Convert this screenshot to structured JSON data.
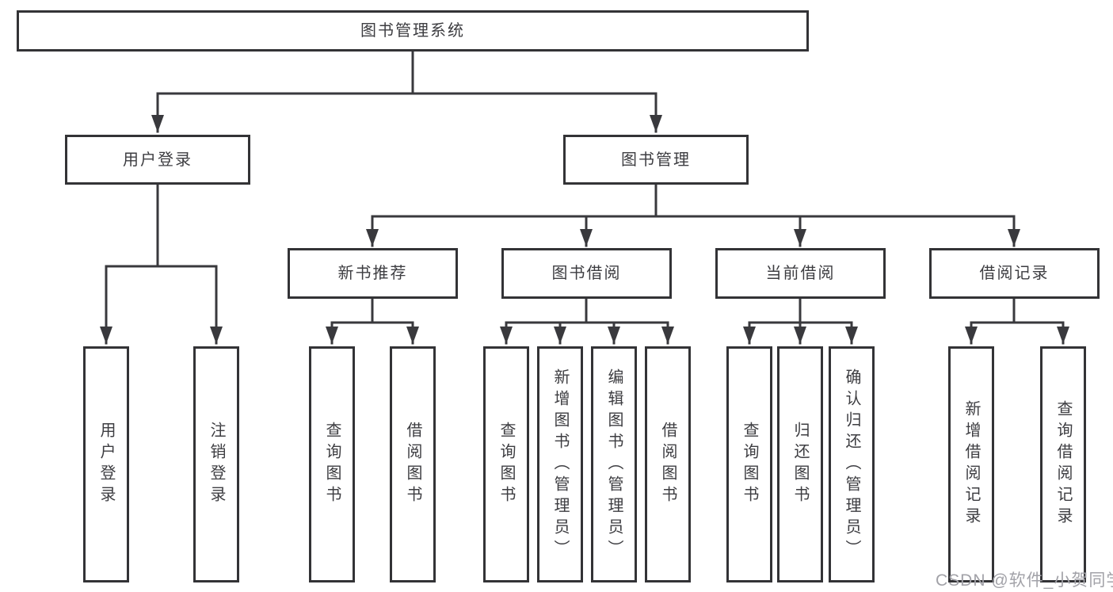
{
  "tree": {
    "root": {
      "label": "图书管理系统"
    },
    "children": [
      {
        "label": "用户登录",
        "children": [
          {
            "label": "用户登录"
          },
          {
            "label": "注销登录"
          }
        ]
      },
      {
        "label": "图书管理",
        "children": [
          {
            "label": "新书推荐",
            "children": [
              {
                "label": "查询图书"
              },
              {
                "label": "借阅图书"
              }
            ]
          },
          {
            "label": "图书借阅",
            "children": [
              {
                "label": "查询图书"
              },
              {
                "label": "新增图书（管理员）"
              },
              {
                "label": "编辑图书（管理员）"
              },
              {
                "label": "借阅图书"
              }
            ]
          },
          {
            "label": "当前借阅",
            "children": [
              {
                "label": "查询图书"
              },
              {
                "label": "归还图书"
              },
              {
                "label": "确认归还（管理员）"
              }
            ]
          },
          {
            "label": "借阅记录",
            "children": [
              {
                "label": "新增借阅记录"
              },
              {
                "label": "查询借阅记录"
              }
            ]
          }
        ]
      }
    ]
  },
  "watermark": {
    "text": "CSDN @软件_小贺同学",
    "color": "#a2a2a8"
  },
  "colors": {
    "line": "#39393d",
    "box_border": "#333336",
    "text": "#3d3d41",
    "background": "#ffffff"
  }
}
